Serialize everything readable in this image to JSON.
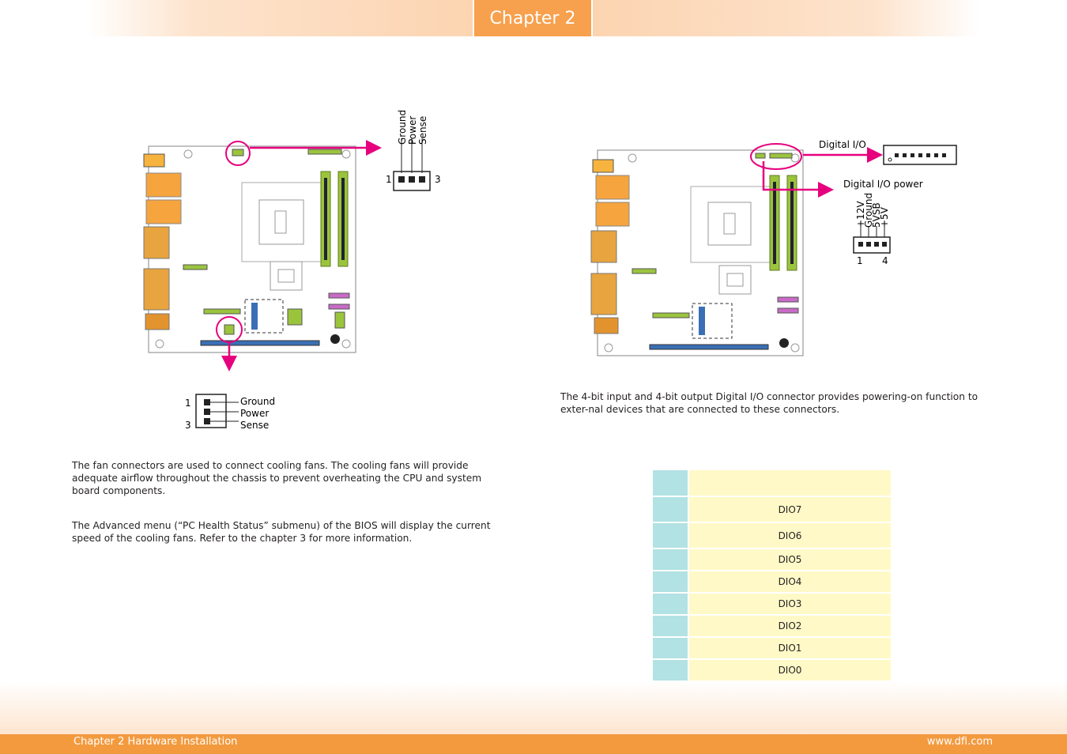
{
  "header": {
    "chapter_tab": "Chapter 2"
  },
  "footer": {
    "left": "Chapter 2 Hardware Installation",
    "right": "www.dfi.com"
  },
  "fan_section": {
    "top_connector": {
      "labels": [
        "Ground",
        "Power",
        "Sense"
      ],
      "pin_first": "1",
      "pin_last": "3"
    },
    "bottom_connector": {
      "labels": [
        "Ground",
        "Power",
        "Sense"
      ],
      "pin_first": "1",
      "pin_last": "3"
    },
    "para1": "The fan connectors are used to connect cooling fans. The cooling fans will provide adequate airflow throughout the chassis to prevent overheating the CPU and system board components.",
    "para2": "The Advanced menu (“PC Health Status” submenu) of the BIOS will display the current speed of the cooling fans. Refer to the chapter 3 for more information."
  },
  "dio_section": {
    "label_dio": "Digital I/O",
    "label_power": "Digital I/O power",
    "power_pins": [
      "+12V",
      "Ground",
      "5VSB",
      "+5V"
    ],
    "power_pin_first": "1",
    "power_pin_last": "4",
    "para": "The 4-bit input and 4-bit output Digital I/O connector provides powering-on function to exter-nal devices that are connected to these connectors.",
    "table_header": [
      "",
      ""
    ],
    "table_rows": [
      {
        "pin": "",
        "function": "DIO7"
      },
      {
        "pin": "",
        "function": "DIO6"
      },
      {
        "pin": "",
        "function": "DIO5"
      },
      {
        "pin": "",
        "function": "DIO4"
      },
      {
        "pin": "",
        "function": "DIO3"
      },
      {
        "pin": "",
        "function": "DIO2"
      },
      {
        "pin": "",
        "function": "DIO1"
      },
      {
        "pin": "",
        "function": "DIO0"
      }
    ]
  },
  "colors": {
    "accent": "#f7a04d",
    "arrow": "#e6007e",
    "board_green": "#9bc43d",
    "table_pin": "#b2e2e3",
    "table_fn": "#fff9c7"
  }
}
